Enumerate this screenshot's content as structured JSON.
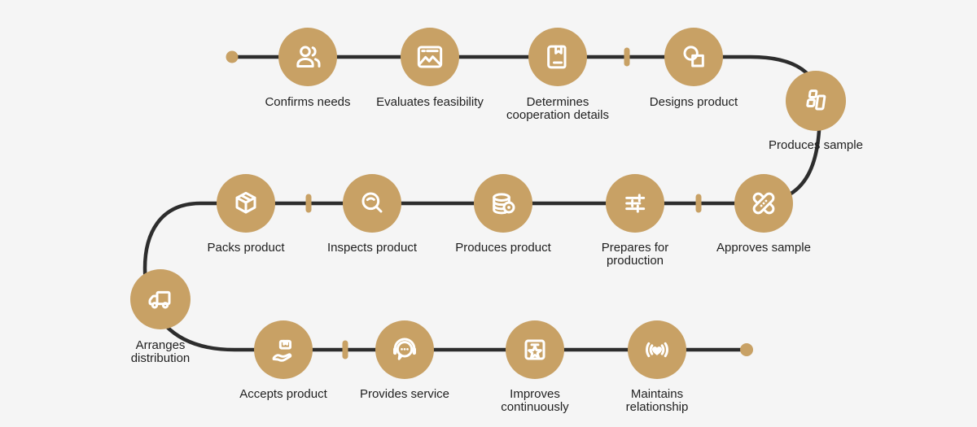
{
  "colors": {
    "background": "#F5F5F5",
    "node_fill": "#C8A165",
    "connector_line": "#2D2D2D",
    "label_text": "#1F1F1F",
    "icon_stroke": "#FFFFFF"
  },
  "diagram": {
    "type": "process-flow",
    "nodes": [
      {
        "step": 1,
        "label": "Confirms needs",
        "icon": "users-icon"
      },
      {
        "step": 2,
        "label": "Evaluates feasibility",
        "icon": "browser-chart-icon"
      },
      {
        "step": 3,
        "label": "Determines\ncooperation details",
        "icon": "notebook-icon"
      },
      {
        "step": 4,
        "label": "Designs product",
        "icon": "circle-square-icon"
      },
      {
        "step": 5,
        "label": "Produces sample",
        "icon": "blocks-icon"
      },
      {
        "step": 6,
        "label": "Approves sample",
        "icon": "bandage-cross-icon"
      },
      {
        "step": 7,
        "label": "Prepares for\nproduction",
        "icon": "sliders-icon"
      },
      {
        "step": 8,
        "label": "Produces product",
        "icon": "coins-icon"
      },
      {
        "step": 9,
        "label": "Inspects product",
        "icon": "magnifier-icon"
      },
      {
        "step": 10,
        "label": "Packs product",
        "icon": "box-icon"
      },
      {
        "step": 11,
        "label": "Arranges\ndistribution",
        "icon": "truck-icon"
      },
      {
        "step": 12,
        "label": "Accepts product",
        "icon": "hand-box-icon"
      },
      {
        "step": 13,
        "label": "Provides service",
        "icon": "headset-chat-icon"
      },
      {
        "step": 14,
        "label": "Improves\ncontinuously",
        "icon": "star-badge-icon"
      },
      {
        "step": 15,
        "label": "Maintains\nrelationship",
        "icon": "heart-signal-icon"
      }
    ]
  }
}
